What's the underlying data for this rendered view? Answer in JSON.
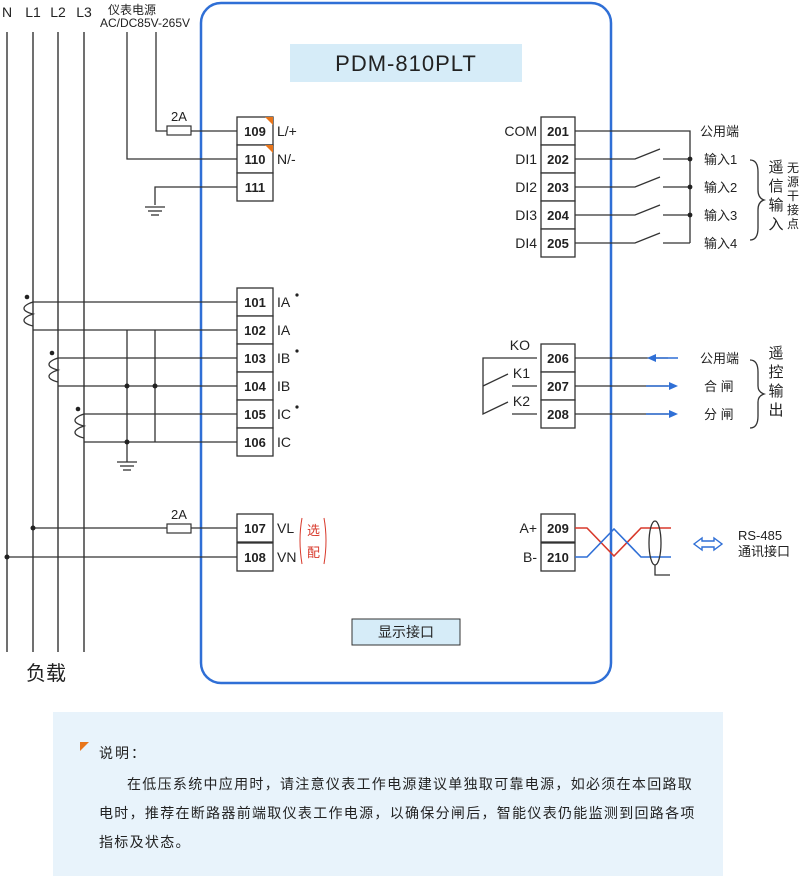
{
  "supply": {
    "line_labels": [
      "N",
      "L1",
      "L2",
      "L3"
    ],
    "power_label_1": "仪表电源",
    "power_label_2": "AC/DC85V-265V",
    "fuse_rating": "2A",
    "load_label": "负载"
  },
  "device": {
    "model": "PDM-810PLT",
    "display_port": "显示接口"
  },
  "terminals_left": [
    {
      "num": "109",
      "label": "L/+",
      "mark": true
    },
    {
      "num": "110",
      "label": "N/-",
      "mark": true
    },
    {
      "num": "111",
      "label": ""
    },
    {
      "num": "101",
      "label": "IA",
      "dot": true
    },
    {
      "num": "102",
      "label": "IA"
    },
    {
      "num": "103",
      "label": "IB",
      "dot": true
    },
    {
      "num": "104",
      "label": "IB"
    },
    {
      "num": "105",
      "label": "IC",
      "dot": true
    },
    {
      "num": "106",
      "label": "IC"
    },
    {
      "num": "107",
      "label": "VL"
    },
    {
      "num": "108",
      "label": "VN"
    }
  ],
  "optional_label": "选配",
  "terminals_right": [
    {
      "num": "201",
      "label": "COM"
    },
    {
      "num": "202",
      "label": "DI1"
    },
    {
      "num": "203",
      "label": "DI2"
    },
    {
      "num": "204",
      "label": "DI3"
    },
    {
      "num": "205",
      "label": "DI4"
    },
    {
      "num": "206",
      "label": "KO"
    },
    {
      "num": "207",
      "label": "K1"
    },
    {
      "num": "208",
      "label": "K2"
    },
    {
      "num": "209",
      "label": "A+"
    },
    {
      "num": "210",
      "label": "B-"
    }
  ],
  "remote_signal": {
    "common": "公用端",
    "inputs": [
      "输入1",
      "输入2",
      "输入3",
      "输入4"
    ],
    "group_label": "遥信输入",
    "sub_label": "无源干接点"
  },
  "remote_control": {
    "rows": [
      "公用端",
      "合 闸",
      "分 闸"
    ],
    "group_label": "遥控输出"
  },
  "comm": {
    "label_1": "RS-485",
    "label_2": "通讯接口"
  },
  "note": {
    "heading": "说明：",
    "text": "在低压系统中应用时，请注意仪表工作电源建议单独取可靠电源，如必须在本回路取电时，推荐在断路器前端取仪表工作电源，以确保分闸后，智能仪表仍能监测到回路各项指标及状态。"
  },
  "colors": {
    "device_border": "#2f6fd6",
    "title_bg": "#d6ecf8",
    "note_bg": "#e8f3fb",
    "accent_orange": "#e8751a",
    "optional_red": "#d8392b",
    "arrow_blue": "#2f6fd6",
    "rs485_red": "#d8392b",
    "rs485_blue": "#2f6fd6"
  }
}
